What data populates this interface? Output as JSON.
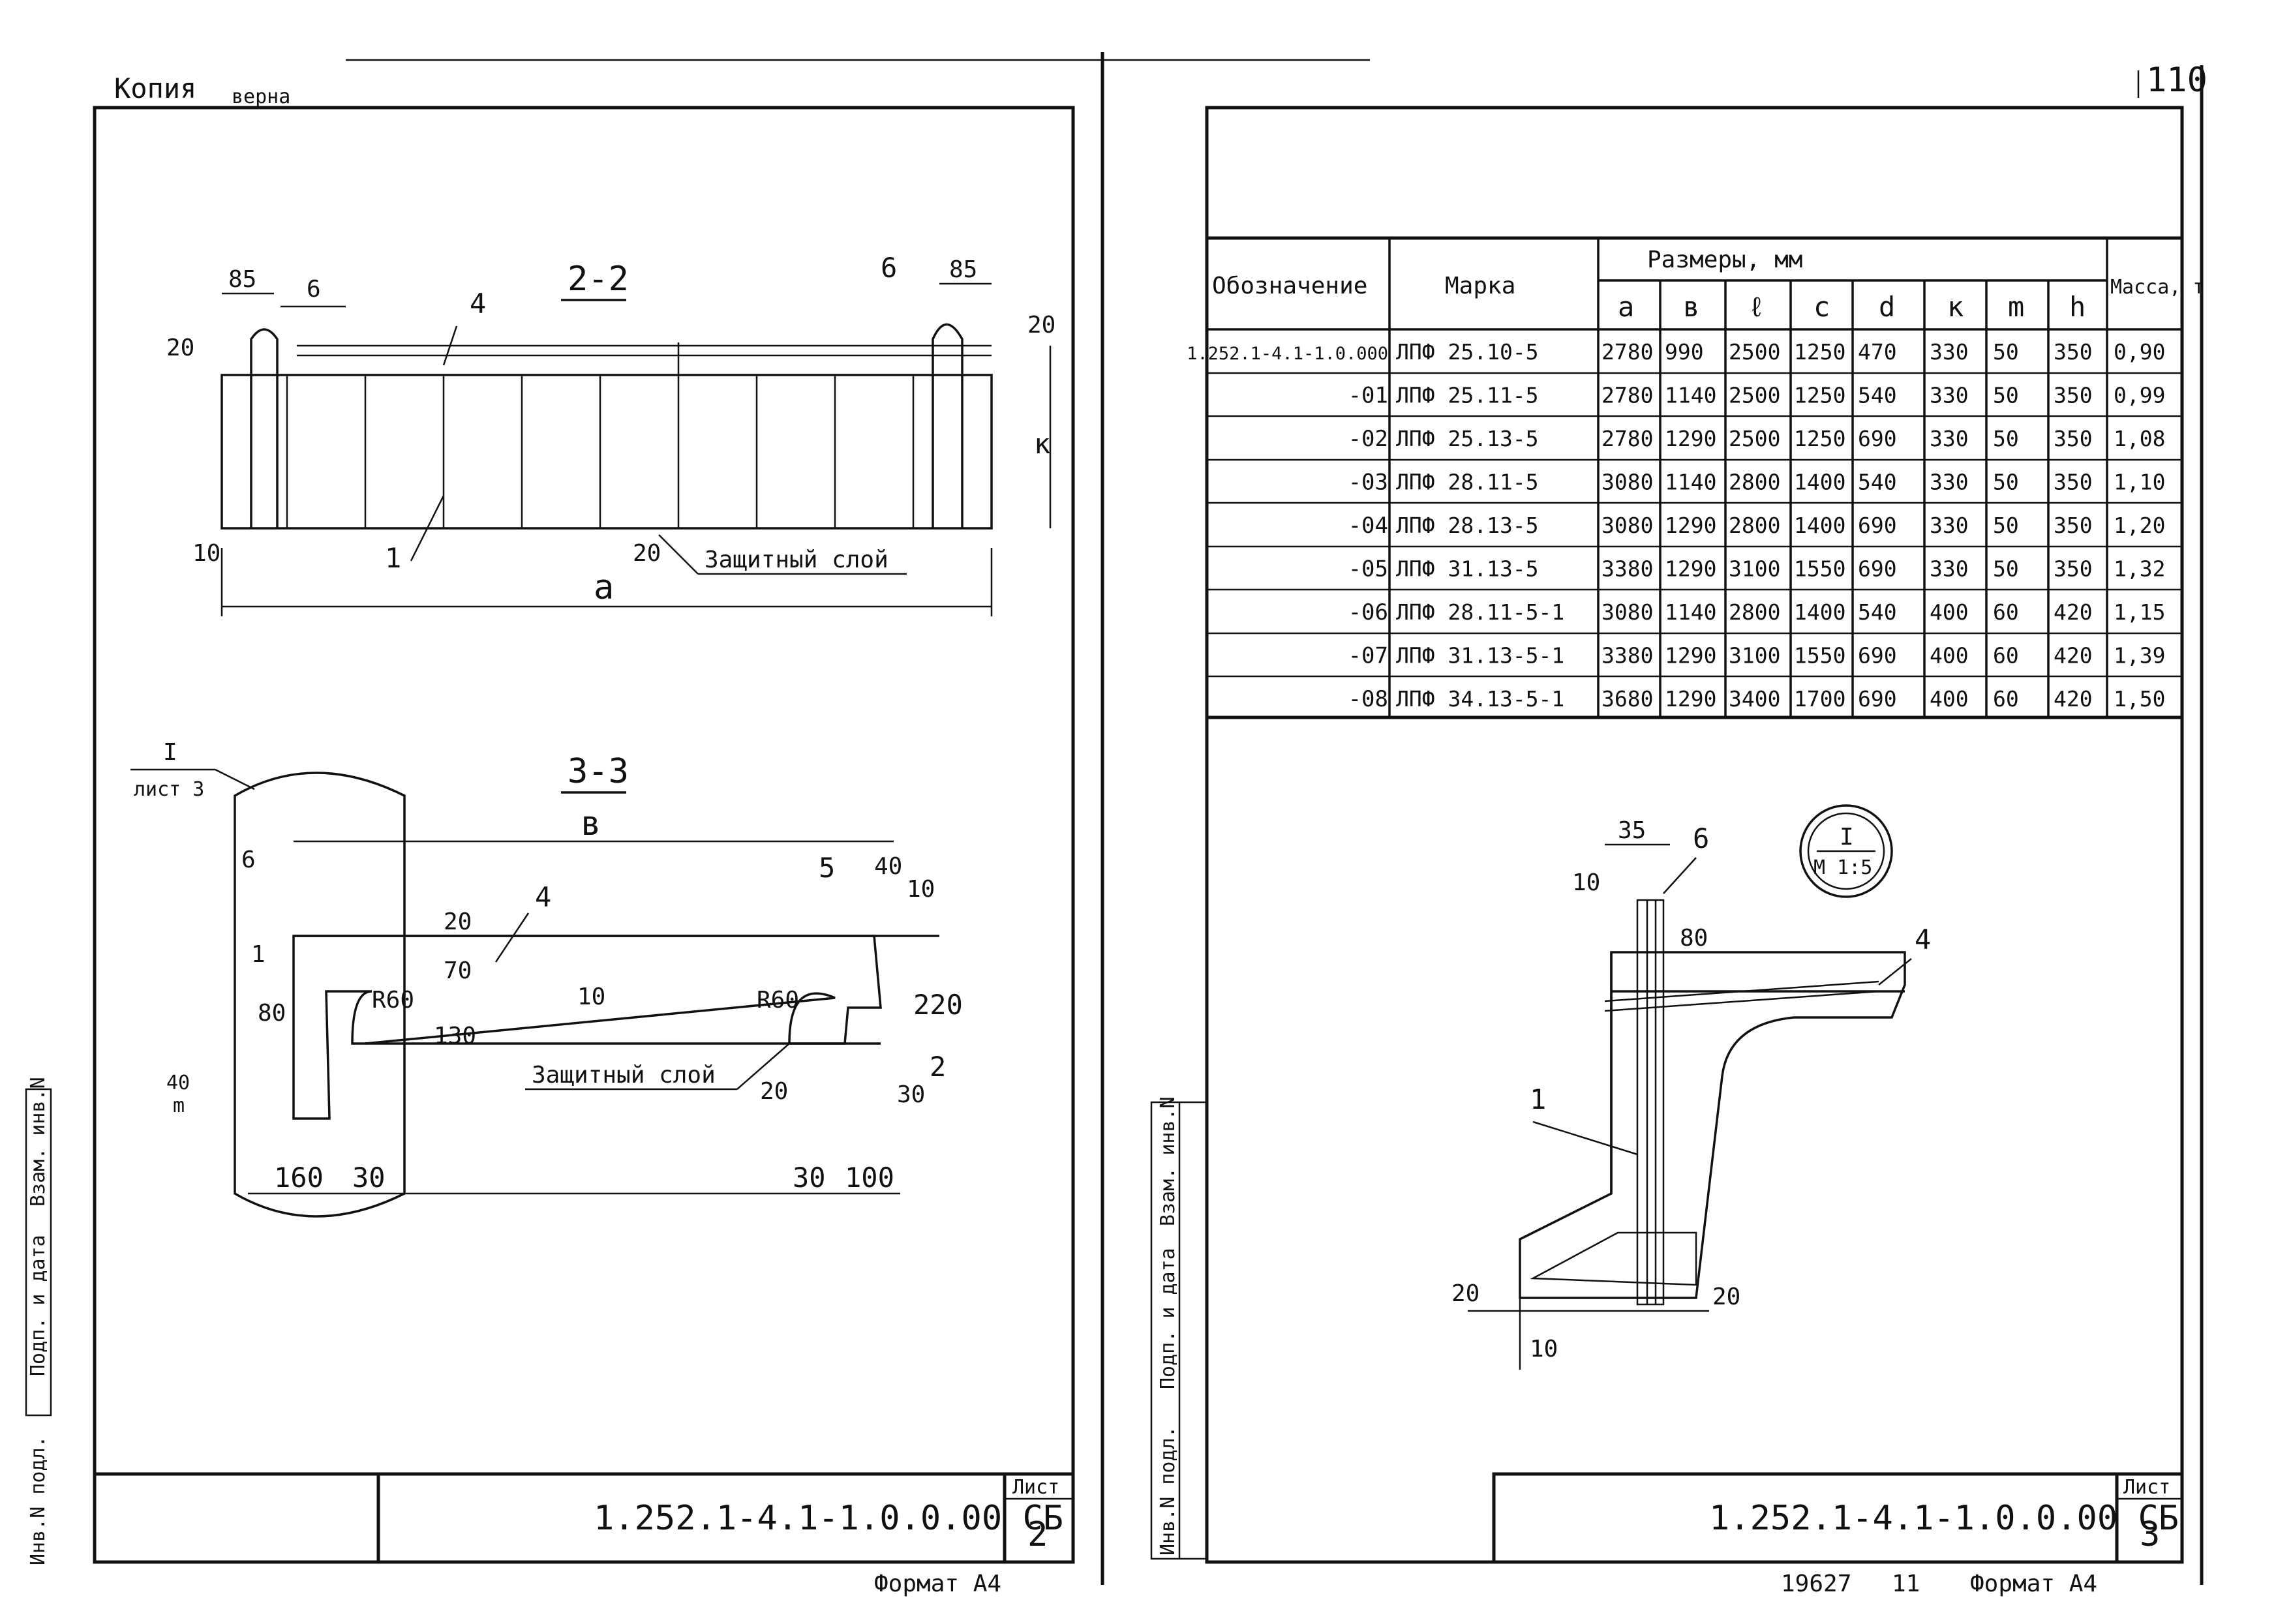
{
  "top_left_note": {
    "word1": "Копия",
    "word2": "верна"
  },
  "corner_number": "110",
  "left_sheet": {
    "section_2_2": {
      "title": "2-2",
      "dims": {
        "d85": "85",
        "d20a": "20",
        "d20b": "20",
        "d10": "10",
        "d20c": "20",
        "k": "к",
        "a": "а"
      },
      "callouts": {
        "c6": "6",
        "c4": "4",
        "c1": "1",
        "c6b": "6",
        "d85b": "85"
      },
      "cover_label": "Защитный слой"
    },
    "section_3_3": {
      "title": "3-3",
      "ref_mark": "I",
      "ref_sheet": "лист 3",
      "dims": {
        "b": "в",
        "d40": "40",
        "d10": "10",
        "d20": "20",
        "d70": "70",
        "d130": "130",
        "d220": "220",
        "d10b": "10",
        "d80": "80",
        "d40b": "40",
        "m": "m",
        "d160": "160",
        "d30a": "30",
        "d30b": "30",
        "d100": "100",
        "d30c": "30",
        "d20b": "20",
        "r1": "R60",
        "r2": "R60"
      },
      "callouts": {
        "c6": "6",
        "c1": "1",
        "c4": "4",
        "c5": "5",
        "c2": "2"
      },
      "cover_label": "Защитный слой"
    },
    "stamp": {
      "code": "1.252.1-4.1-1.0.0.00 СБ",
      "sheet_label": "Лист",
      "sheet_no": "2"
    },
    "format": "Формат А4"
  },
  "right_sheet": {
    "table": {
      "headers": {
        "designation": "Обозначение",
        "mark": "Марка",
        "sizes": "Размеры, мм",
        "mass": "Масса, т"
      },
      "size_cols": [
        "a",
        "в",
        "ℓ",
        "c",
        "d",
        "к",
        "m",
        "h"
      ],
      "rows": [
        [
          "1.252.1-4.1-1.0.000",
          "ЛПФ 25.10-5",
          "2780",
          "990",
          "2500",
          "1250",
          "470",
          "330",
          "50",
          "350",
          "0,90"
        ],
        [
          "-01",
          "ЛПФ 25.11-5",
          "2780",
          "1140",
          "2500",
          "1250",
          "540",
          "330",
          "50",
          "350",
          "0,99"
        ],
        [
          "-02",
          "ЛПФ 25.13-5",
          "2780",
          "1290",
          "2500",
          "1250",
          "690",
          "330",
          "50",
          "350",
          "1,08"
        ],
        [
          "-03",
          "ЛПФ 28.11-5",
          "3080",
          "1140",
          "2800",
          "1400",
          "540",
          "330",
          "50",
          "350",
          "1,10"
        ],
        [
          "-04",
          "ЛПФ 28.13-5",
          "3080",
          "1290",
          "2800",
          "1400",
          "690",
          "330",
          "50",
          "350",
          "1,20"
        ],
        [
          "-05",
          "ЛПФ 31.13-5",
          "3380",
          "1290",
          "3100",
          "1550",
          "690",
          "330",
          "50",
          "350",
          "1,32"
        ],
        [
          "-06",
          "ЛПФ 28.11-5-1",
          "3080",
          "1140",
          "2800",
          "1400",
          "540",
          "400",
          "60",
          "420",
          "1,15"
        ],
        [
          "-07",
          "ЛПФ 31.13-5-1",
          "3380",
          "1290",
          "3100",
          "1550",
          "690",
          "400",
          "60",
          "420",
          "1,39"
        ],
        [
          "-08",
          "ЛПФ 34.13-5-1",
          "3680",
          "1290",
          "3400",
          "1700",
          "690",
          "400",
          "60",
          "420",
          "1,50"
        ]
      ]
    },
    "detail": {
      "mark": "I",
      "scale": "М 1:5",
      "dims": {
        "d35": "35",
        "d10": "10",
        "d80": "80",
        "d20": "20",
        "d20b": "20",
        "d10b": "10"
      },
      "callouts": {
        "c6": "6",
        "c4": "4",
        "c1": "1"
      }
    },
    "side_stamp": [
      "Инв.N подл.",
      "Подп. и дата",
      "Взам. инв.N"
    ],
    "stamp": {
      "code": "1.252.1-4.1-1.0.0.00 СБ",
      "sheet_label": "Лист",
      "sheet_no": "3"
    },
    "footer_num": "19627",
    "footer_num2": "11",
    "format": "Формат А4"
  },
  "left_side_stamp": [
    "Взам. инв.N",
    "Подп. и дата",
    "Инв.N подл."
  ]
}
